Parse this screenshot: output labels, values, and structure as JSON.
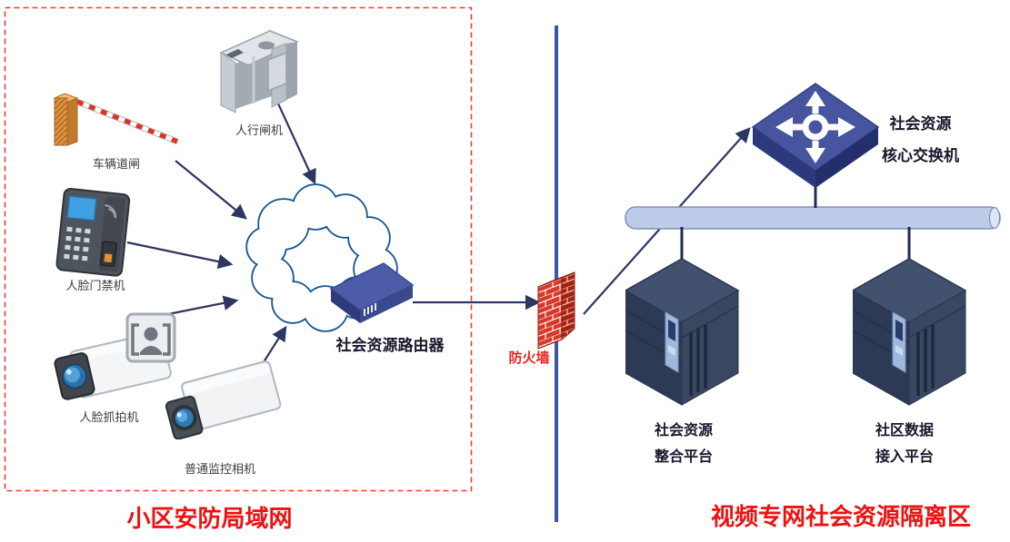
{
  "zones": {
    "lan": {
      "label": "小区安防局域网"
    },
    "isolation": {
      "label": "视频专网社会资源隔离区"
    }
  },
  "devices": {
    "pedestrian_gate": {
      "label": "人行闸机"
    },
    "vehicle_barrier": {
      "label": "车辆道闸"
    },
    "face_access": {
      "label": "人脸门禁机"
    },
    "face_capture": {
      "label": "人脸抓拍机"
    },
    "cctv_camera": {
      "label": "普通监控相机"
    },
    "router": {
      "label": "社会资源路由器"
    },
    "firewall": {
      "label": "防火墙"
    },
    "core_switch": {
      "label_line1": "社会资源",
      "label_line2": "核心交换机"
    },
    "integration_platform": {
      "label_line1": "社会资源",
      "label_line2": "整合平台"
    },
    "access_platform": {
      "label_line1": "社区数据",
      "label_line2": "接入平台"
    }
  },
  "connections": [
    {
      "from": "人行闸机",
      "to": "社会资源路由器"
    },
    {
      "from": "车辆道闸",
      "to": "社会资源路由器"
    },
    {
      "from": "人脸门禁机",
      "to": "社会资源路由器"
    },
    {
      "from": "人脸抓拍机",
      "to": "社会资源路由器"
    },
    {
      "from": "普通监控相机",
      "to": "社会资源路由器"
    },
    {
      "from": "社会资源路由器",
      "to": "防火墙"
    },
    {
      "from": "防火墙",
      "to": "社会资源核心交换机"
    },
    {
      "from": "社会资源核心交换机",
      "to": "社会资源整合平台"
    },
    {
      "from": "社会资源核心交换机",
      "to": "社区数据接入平台"
    }
  ],
  "colors": {
    "zone_label_red": "#ee1111",
    "firewall_red": "#d8382a",
    "line_navy": "#2d3563",
    "cloud_blue": "#15548f",
    "divider_blue": "#3b55a3",
    "bus_fill": "#bccbe8",
    "device_blue": "#44549f",
    "server_navy": "#2d3a56"
  }
}
